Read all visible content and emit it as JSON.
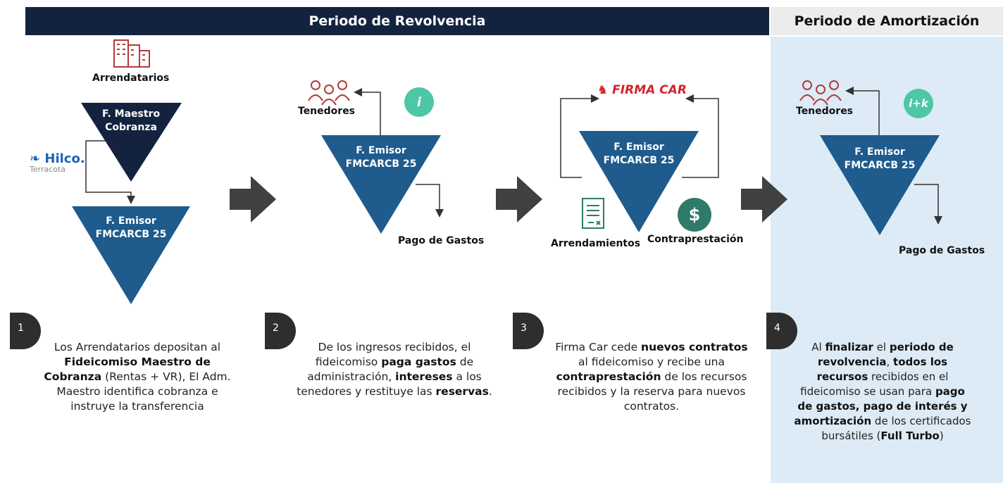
{
  "header": {
    "revolvencia": "Periodo de Revolvencia",
    "amortizacion": "Periodo de Amortización"
  },
  "stage1": {
    "arrendatarios": "Arrendatarios",
    "maestro_line1": "F. Maestro",
    "maestro_line2": "Cobranza",
    "hilco_name": "Hilco.",
    "hilco_sub": "Terracota",
    "emisor_line1": "F. Emisor",
    "emisor_line2": "FMCARCB 25",
    "step": "1",
    "desc": [
      {
        "t": "Los Arrendatarios depositan  al ",
        "b": false
      },
      {
        "t": "Fideicomiso Maestro de Cobranza",
        "b": true
      },
      {
        "t": " (Rentas + VR), El Adm. Maestro identifica cobranza e instruye la transferencia",
        "b": false
      }
    ]
  },
  "stage2": {
    "tenedores": "Tenedores",
    "badge": "i",
    "emisor_line1": "F. Emisor",
    "emisor_line2": "FMCARCB 25",
    "pago": "Pago de Gastos",
    "step": "2",
    "desc": [
      {
        "t": "De los ingresos recibidos, el fideicomiso ",
        "b": false
      },
      {
        "t": "paga gastos",
        "b": true
      },
      {
        "t": " de administración, ",
        "b": false
      },
      {
        "t": "intereses",
        "b": true
      },
      {
        "t": " a los tenedores y restituye las ",
        "b": false
      },
      {
        "t": "reservas",
        "b": true
      },
      {
        "t": ".",
        "b": false
      }
    ]
  },
  "stage3": {
    "firmacar": "FIRMA CAR",
    "emisor_line1": "F. Emisor",
    "emisor_line2": "FMCARCB 25",
    "arrendamientos": "Arrendamientos",
    "contraprestacion": "Contraprestación",
    "dollar": "$",
    "step": "3",
    "desc": [
      {
        "t": "Firma Car cede ",
        "b": false
      },
      {
        "t": "nuevos contratos",
        "b": true
      },
      {
        "t": " al fideicomiso y recibe una ",
        "b": false
      },
      {
        "t": "contraprestación",
        "b": true
      },
      {
        "t": " de los recursos recibidos y la reserva para nuevos contratos.",
        "b": false
      }
    ]
  },
  "stage4": {
    "tenedores": "Tenedores",
    "badge": "i+k",
    "emisor_line1": "F. Emisor",
    "emisor_line2": "FMCARCB 25",
    "pago": "Pago de Gastos",
    "step": "4",
    "desc": [
      {
        "t": "Al ",
        "b": false
      },
      {
        "t": "finalizar",
        "b": true
      },
      {
        "t": " el ",
        "b": false
      },
      {
        "t": "periodo de revolvencia",
        "b": true
      },
      {
        "t": ", ",
        "b": false
      },
      {
        "t": "todos los recursos",
        "b": true
      },
      {
        "t": " recibidos en el fideicomiso se usan para ",
        "b": false
      },
      {
        "t": "pago de gastos, pago de interés y amortización",
        "b": true
      },
      {
        "t": " de los certificados bursátiles (",
        "b": false
      },
      {
        "t": "Full Turbo",
        "b": true
      },
      {
        "t": ")",
        "b": false
      }
    ]
  },
  "colors": {
    "navy": "#13233f",
    "blue": "#1f5b8c",
    "teal": "#4ec7a6",
    "red": "#b23b3b",
    "panel": "#dcebf6"
  }
}
